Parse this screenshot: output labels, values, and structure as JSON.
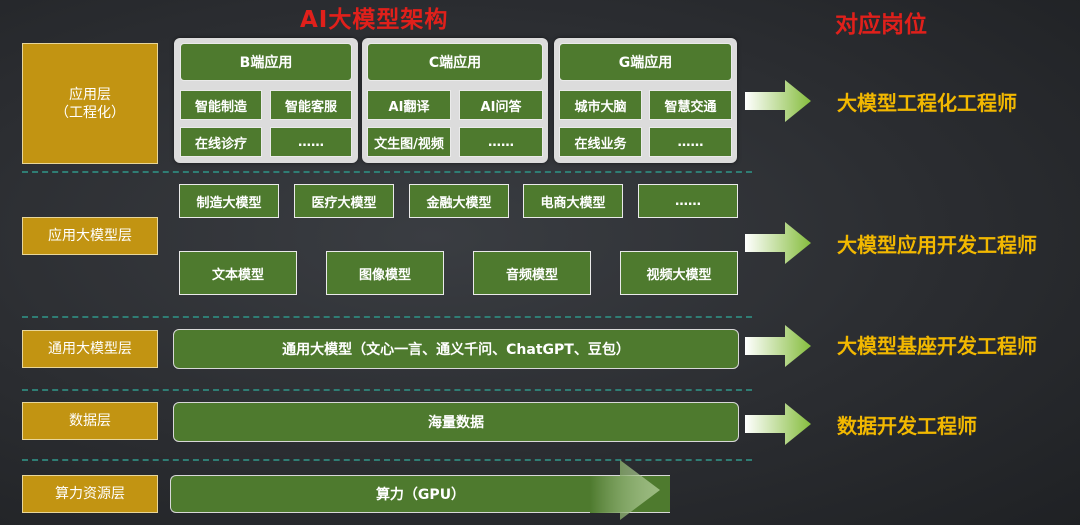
{
  "title": "AI大模型架构",
  "right_title": "对应岗位",
  "layers": {
    "application": "应用层\n（工程化）",
    "app_model": "应用大模型层",
    "general_model": "通用大模型层",
    "data": "数据层",
    "compute": "算力资源层"
  },
  "app_groups": [
    {
      "head": "B端应用",
      "items": [
        "智能制造",
        "智能客服",
        "在线诊疗",
        "……"
      ]
    },
    {
      "head": "C端应用",
      "items": [
        "AI翻译",
        "AI问答",
        "文生图/视频",
        "……"
      ]
    },
    {
      "head": "G端应用",
      "items": [
        "城市大脑",
        "智慧交通",
        "在线业务",
        "……"
      ]
    }
  ],
  "industry_models": [
    "制造大模型",
    "医疗大模型",
    "金融大模型",
    "电商大模型",
    "……"
  ],
  "type_models": [
    "文本模型",
    "图像模型",
    "音频模型",
    "视频大模型"
  ],
  "general_bar": "通用大模型（文心一言、通义千问、ChatGPT、豆包）",
  "data_bar": "海量数据",
  "compute_bar": "算力（GPU）",
  "jobs": [
    "大模型工程化工程师",
    "大模型应用开发工程师",
    "大模型基座开发工程师",
    "数据开发工程师"
  ],
  "colors": {
    "accent_red": "#e0201b",
    "job_gold": "#f2b800",
    "layer_gold": "#c29412",
    "box_green": "#4e7a2e",
    "arrow_green": "#8ec04a"
  }
}
